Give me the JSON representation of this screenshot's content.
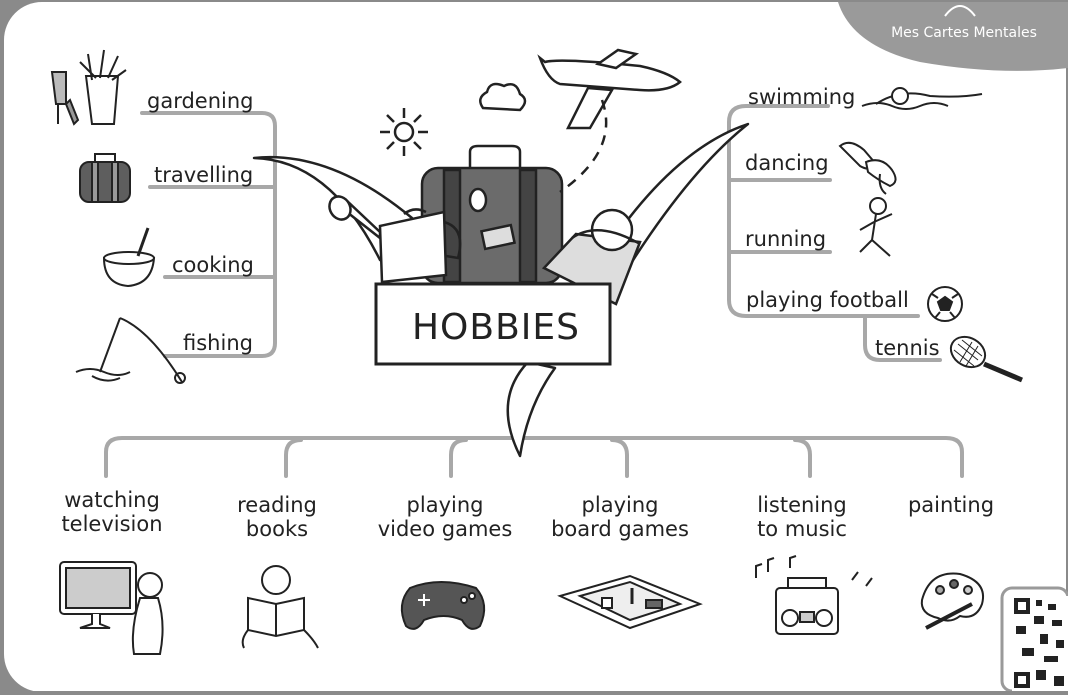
{
  "badge": {
    "text": "Mes Cartes Mentales"
  },
  "center": {
    "title": "HOBBIES"
  },
  "left_hobbies": [
    "gardening",
    "travelling",
    "cooking",
    "fishing"
  ],
  "right_hobbies": [
    "swimming",
    "dancing",
    "running",
    "playing football",
    "tennis"
  ],
  "bottom_hobbies": [
    {
      "line1": "watching",
      "line2": "television"
    },
    {
      "line1": "reading",
      "line2": "books"
    },
    {
      "line1": "playing",
      "line2": "video games"
    },
    {
      "line1": "playing",
      "line2": "board games"
    },
    {
      "line1": "listening",
      "line2": "to music"
    },
    {
      "line1": "painting",
      "line2": ""
    }
  ],
  "colors": {
    "background": "#8a8a8a",
    "card": "#ffffff",
    "branch": "#a8a8a8",
    "ink": "#222222",
    "badge": "#9a9a9a"
  },
  "icons": [
    "gardening-tools-icon",
    "suitcase-icon",
    "mixing-bowl-icon",
    "fishing-rod-icon",
    "swimmer-icon",
    "ballet-shoes-icon",
    "runner-icon",
    "football-icon",
    "tennis-racket-icon",
    "tv-viewer-icon",
    "reader-icon",
    "gamepad-icon",
    "board-game-icon",
    "boombox-icon",
    "palette-icon",
    "qr-code-icon",
    "airplane-icon",
    "cloud-icon",
    "sun-icon",
    "watering-can-icon",
    "bag-icon",
    "picnic-basket-icon"
  ]
}
